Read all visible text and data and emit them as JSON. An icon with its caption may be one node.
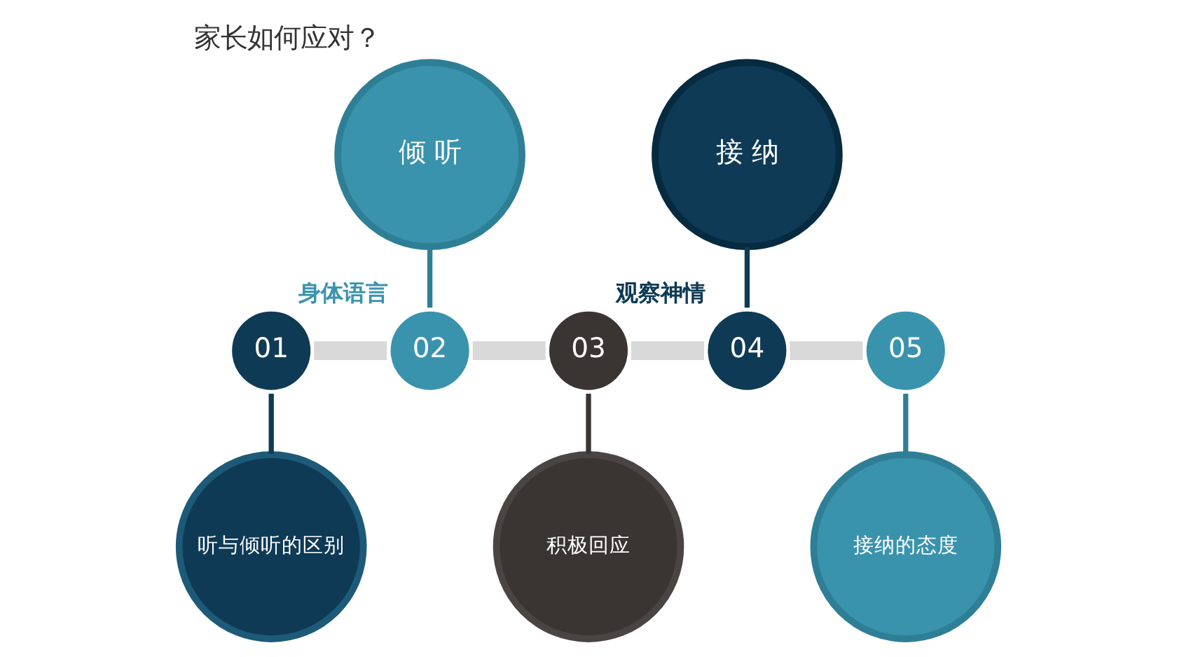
{
  "diagram": {
    "title": "家长如何应对？",
    "nodes": [
      {
        "text": [
          "01"
        ]
      },
      {
        "text": [
          "听与倾听的区别"
        ]
      },
      {
        "text": [
          "倾 听"
        ]
      },
      {
        "text": [
          "02"
        ],
        "beside": [
          "身体语言"
        ]
      },
      {
        "text": [
          "03"
        ]
      },
      {
        "text": [
          "积极回应"
        ]
      },
      {
        "text": [
          "接 纳"
        ]
      },
      {
        "text": [
          "04"
        ],
        "beside": [
          "观察神情"
        ]
      },
      {
        "text": [
          "05"
        ]
      },
      {
        "text": [
          "接纳的态度"
        ]
      }
    ],
    "edges": [
      {
        "from": 0,
        "to": 3,
        "arrow": "none",
        "style": "thick",
        "color": "#d9d9d9"
      },
      {
        "from": 3,
        "to": 4,
        "arrow": "none",
        "style": "thick",
        "color": "#d9d9d9"
      },
      {
        "from": 4,
        "to": 7,
        "arrow": "none",
        "style": "thick",
        "color": "#d9d9d9"
      },
      {
        "from": 7,
        "to": 8,
        "arrow": "none",
        "style": "thick",
        "color": "#d9d9d9"
      },
      {
        "from": 0,
        "to": 1,
        "arrow": "none",
        "color": "#0e3a55"
      },
      {
        "from": 2,
        "to": 3,
        "arrow": "none",
        "color": "#2e7f96"
      },
      {
        "from": 4,
        "to": 5,
        "arrow": "none",
        "color": "#3a3433"
      },
      {
        "from": 6,
        "to": 7,
        "arrow": "none",
        "color": "#0e3a55"
      },
      {
        "from": 8,
        "to": 9,
        "arrow": "none",
        "color": "#2e7f96"
      }
    ]
  }
}
